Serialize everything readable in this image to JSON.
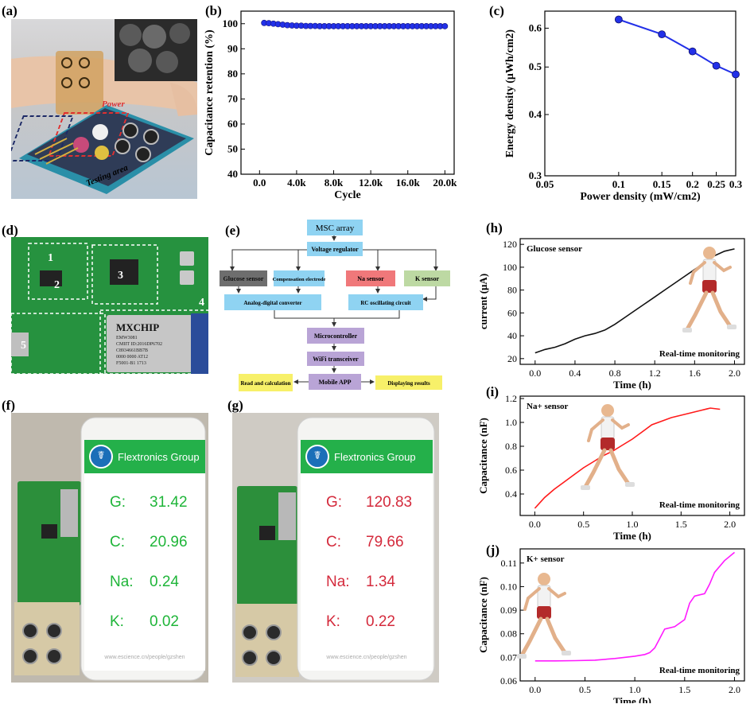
{
  "panel_labels": {
    "a": "(a)",
    "b": "(b)",
    "c": "(c)",
    "d": "(d)",
    "e": "(e)",
    "f": "(f)",
    "g": "(g)",
    "h": "(h)",
    "i": "(i)",
    "j": "(j)"
  },
  "photo_a": {
    "power_label": "Power",
    "testing_label": "Testing area"
  },
  "photo_d": {
    "region_labels": [
      "1",
      "2",
      "3",
      "4",
      "5"
    ],
    "chip_brand": "MXCHIP",
    "chip_lines": [
      "EMW3081",
      "CMIIT ID:2016DP6702",
      "C8934661BB7B",
      "0000 0000 AT12",
      "F5001-B1 1713"
    ]
  },
  "phone_f": {
    "app_title": "Flextronics Group",
    "text_color": "#1fb539",
    "rows": [
      {
        "label": "G:",
        "value": "31.42"
      },
      {
        "label": "C:",
        "value": "20.96"
      },
      {
        "label": "Na:",
        "value": "0.24"
      },
      {
        "label": "K:",
        "value": "0.02"
      }
    ],
    "footer": "www.escience.cn/people/gzshen"
  },
  "phone_g": {
    "app_title": "Flextronics Group",
    "text_color": "#d42a3c",
    "rows": [
      {
        "label": "G:",
        "value": "120.83"
      },
      {
        "label": "C:",
        "value": "79.66"
      },
      {
        "label": "Na:",
        "value": "1.34"
      },
      {
        "label": "K:",
        "value": "0.22"
      }
    ],
    "footer": "www.escience.cn/people/gzshen"
  },
  "diagram_e": {
    "nodes": {
      "msc": "MSC array",
      "vreg": "Voltage regulator",
      "glucose": "Glucose sensor",
      "comp": "Compensation electrode",
      "na": "Na sensor",
      "k": "K sensor",
      "adc": "Analog-digital converter",
      "rc": "RC oscillating circuit",
      "mcu": "Microcontroller",
      "wifi": "WiFi transceiver",
      "app": "Mobile APP",
      "read": "Read and calculation",
      "display": "Displaying results"
    },
    "colors": {
      "blue": "#8fd3f2",
      "gray": "#6e6e6e",
      "red": "#f0787a",
      "green": "#bdd9a3",
      "purple": "#b9a4d6",
      "yellow": "#f7f069"
    }
  },
  "chart_data": [
    {
      "id": "b",
      "type": "scatter",
      "xlabel": "Cycle",
      "ylabel": "Capacitance retention (%)",
      "xlim": [
        -2000,
        21000
      ],
      "ylim": [
        40,
        105
      ],
      "xticks": [
        0,
        4000,
        8000,
        12000,
        16000,
        20000
      ],
      "xtick_labels": [
        "0.0",
        "4.0k",
        "8.0k",
        "12.0k",
        "16.0k",
        "20.0k"
      ],
      "yticks": [
        40,
        50,
        60,
        70,
        80,
        90,
        100
      ],
      "ytick_labels": [
        "40",
        "50",
        "60",
        "70",
        "80",
        "90",
        "100"
      ],
      "marker_color": "#2230e8",
      "x": [
        500,
        1000,
        1500,
        2000,
        2500,
        3000,
        3500,
        4000,
        4500,
        5000,
        5500,
        6000,
        6500,
        7000,
        7500,
        8000,
        8500,
        9000,
        9500,
        10000,
        10500,
        11000,
        11500,
        12000,
        12500,
        13000,
        13500,
        14000,
        14500,
        15000,
        15500,
        16000,
        16500,
        17000,
        17500,
        18000,
        18500,
        19000,
        19500,
        20000
      ],
      "y": [
        100.3,
        100.2,
        100,
        99.8,
        99.6,
        99.4,
        99.3,
        99.2,
        99.2,
        99.1,
        99.1,
        99.1,
        99.0,
        99.0,
        99.0,
        99.0,
        99.0,
        99.0,
        99.0,
        99.0,
        99.0,
        99.0,
        99.0,
        99.0,
        99.0,
        99.0,
        99.0,
        99.0,
        99.0,
        99.0,
        99.0,
        99.0,
        99.0,
        99.0,
        99.0,
        99.0,
        99.0,
        99.0,
        99.0,
        99.0
      ]
    },
    {
      "id": "c",
      "type": "line",
      "xlabel": "Power density (mW/cm2)",
      "ylabel": "Energy density (μWh/cm2)",
      "xscale": "log",
      "yscale": "log",
      "xlim": [
        0.05,
        0.3
      ],
      "ylim": [
        0.3,
        0.65
      ],
      "xticks": [
        0.05,
        0.1,
        0.15,
        0.2,
        0.25,
        0.3
      ],
      "xtick_labels": [
        "0.05",
        "0.1",
        "0.15",
        "0.2",
        "0.25",
        "0.3"
      ],
      "yticks": [
        0.3,
        0.4,
        0.5,
        0.6
      ],
      "ytick_labels": [
        "0.3",
        "0.4",
        "0.5",
        "0.6"
      ],
      "line_color": "#2230e8",
      "x": [
        0.1,
        0.15,
        0.2,
        0.25,
        0.3
      ],
      "y": [
        0.625,
        0.583,
        0.538,
        0.503,
        0.483
      ]
    },
    {
      "id": "h",
      "type": "line",
      "title": "Glucose sensor",
      "annotation": "Real-time monitoring",
      "xlabel": "Time (h)",
      "ylabel": "current (μA)",
      "xlim": [
        -0.15,
        2.1
      ],
      "ylim": [
        15,
        125
      ],
      "xticks": [
        0,
        0.4,
        0.8,
        1.2,
        1.6,
        2.0
      ],
      "xtick_labels": [
        "0.0",
        "0.4",
        "0.8",
        "1.2",
        "1.6",
        "2.0"
      ],
      "yticks": [
        20,
        40,
        60,
        80,
        100,
        120
      ],
      "ytick_labels": [
        "20",
        "40",
        "60",
        "80",
        "100",
        "120"
      ],
      "line_color": "#111111",
      "x": [
        0,
        0.1,
        0.2,
        0.3,
        0.4,
        0.5,
        0.6,
        0.7,
        0.8,
        0.9,
        1.0,
        1.1,
        1.2,
        1.3,
        1.4,
        1.5,
        1.6,
        1.7,
        1.8,
        1.9,
        2.0
      ],
      "y": [
        25,
        28,
        30,
        33,
        37,
        40,
        42,
        45,
        50,
        56,
        62,
        68,
        74,
        80,
        86,
        92,
        98,
        104,
        110,
        114,
        116
      ]
    },
    {
      "id": "i",
      "type": "line",
      "title": "Na+ sensor",
      "annotation": "Real-time monitoring",
      "xlabel": "Time (h)",
      "ylabel": "Capacitance (nF)",
      "xlim": [
        -0.15,
        2.15
      ],
      "ylim": [
        0.22,
        1.22
      ],
      "xticks": [
        0,
        0.5,
        1.0,
        1.5,
        2.0
      ],
      "xtick_labels": [
        "0.0",
        "0.5",
        "1.0",
        "1.5",
        "2.0"
      ],
      "yticks": [
        0.4,
        0.6,
        0.8,
        1.0,
        1.2
      ],
      "ytick_labels": [
        "0.4",
        "0.6",
        "0.8",
        "1.0",
        "1.2"
      ],
      "line_color": "#ff1a1a",
      "x": [
        0,
        0.1,
        0.2,
        0.3,
        0.4,
        0.5,
        0.6,
        0.7,
        0.8,
        0.9,
        1.0,
        1.1,
        1.2,
        1.3,
        1.4,
        1.5,
        1.6,
        1.7,
        1.8,
        1.9
      ],
      "y": [
        0.28,
        0.37,
        0.44,
        0.5,
        0.56,
        0.62,
        0.67,
        0.72,
        0.76,
        0.81,
        0.86,
        0.92,
        0.98,
        1.01,
        1.04,
        1.06,
        1.08,
        1.1,
        1.12,
        1.11
      ]
    },
    {
      "id": "j",
      "type": "line",
      "title": "K+ sensor",
      "annotation": "Real-time monitoring",
      "xlabel": "Time (h)",
      "ylabel": "Capacitance (nF)",
      "xlim": [
        -0.15,
        2.1
      ],
      "ylim": [
        0.06,
        0.116
      ],
      "xticks": [
        0,
        0.5,
        1.0,
        1.5,
        2.0
      ],
      "xtick_labels": [
        "0.0",
        "0.5",
        "1.0",
        "1.5",
        "2.0"
      ],
      "yticks": [
        0.06,
        0.07,
        0.08,
        0.09,
        0.1,
        0.11
      ],
      "ytick_labels": [
        "0.06",
        "0.07",
        "0.08",
        "0.09",
        "0.10",
        "0.11"
      ],
      "line_color": "#ff1aff",
      "x": [
        0,
        0.2,
        0.4,
        0.6,
        0.8,
        1.0,
        1.1,
        1.15,
        1.2,
        1.25,
        1.3,
        1.4,
        1.5,
        1.55,
        1.6,
        1.7,
        1.75,
        1.8,
        1.9,
        2.0
      ],
      "y": [
        0.0685,
        0.0685,
        0.0686,
        0.0688,
        0.0695,
        0.0705,
        0.0712,
        0.072,
        0.074,
        0.078,
        0.082,
        0.083,
        0.086,
        0.093,
        0.096,
        0.097,
        0.101,
        0.106,
        0.111,
        0.1145
      ]
    }
  ]
}
